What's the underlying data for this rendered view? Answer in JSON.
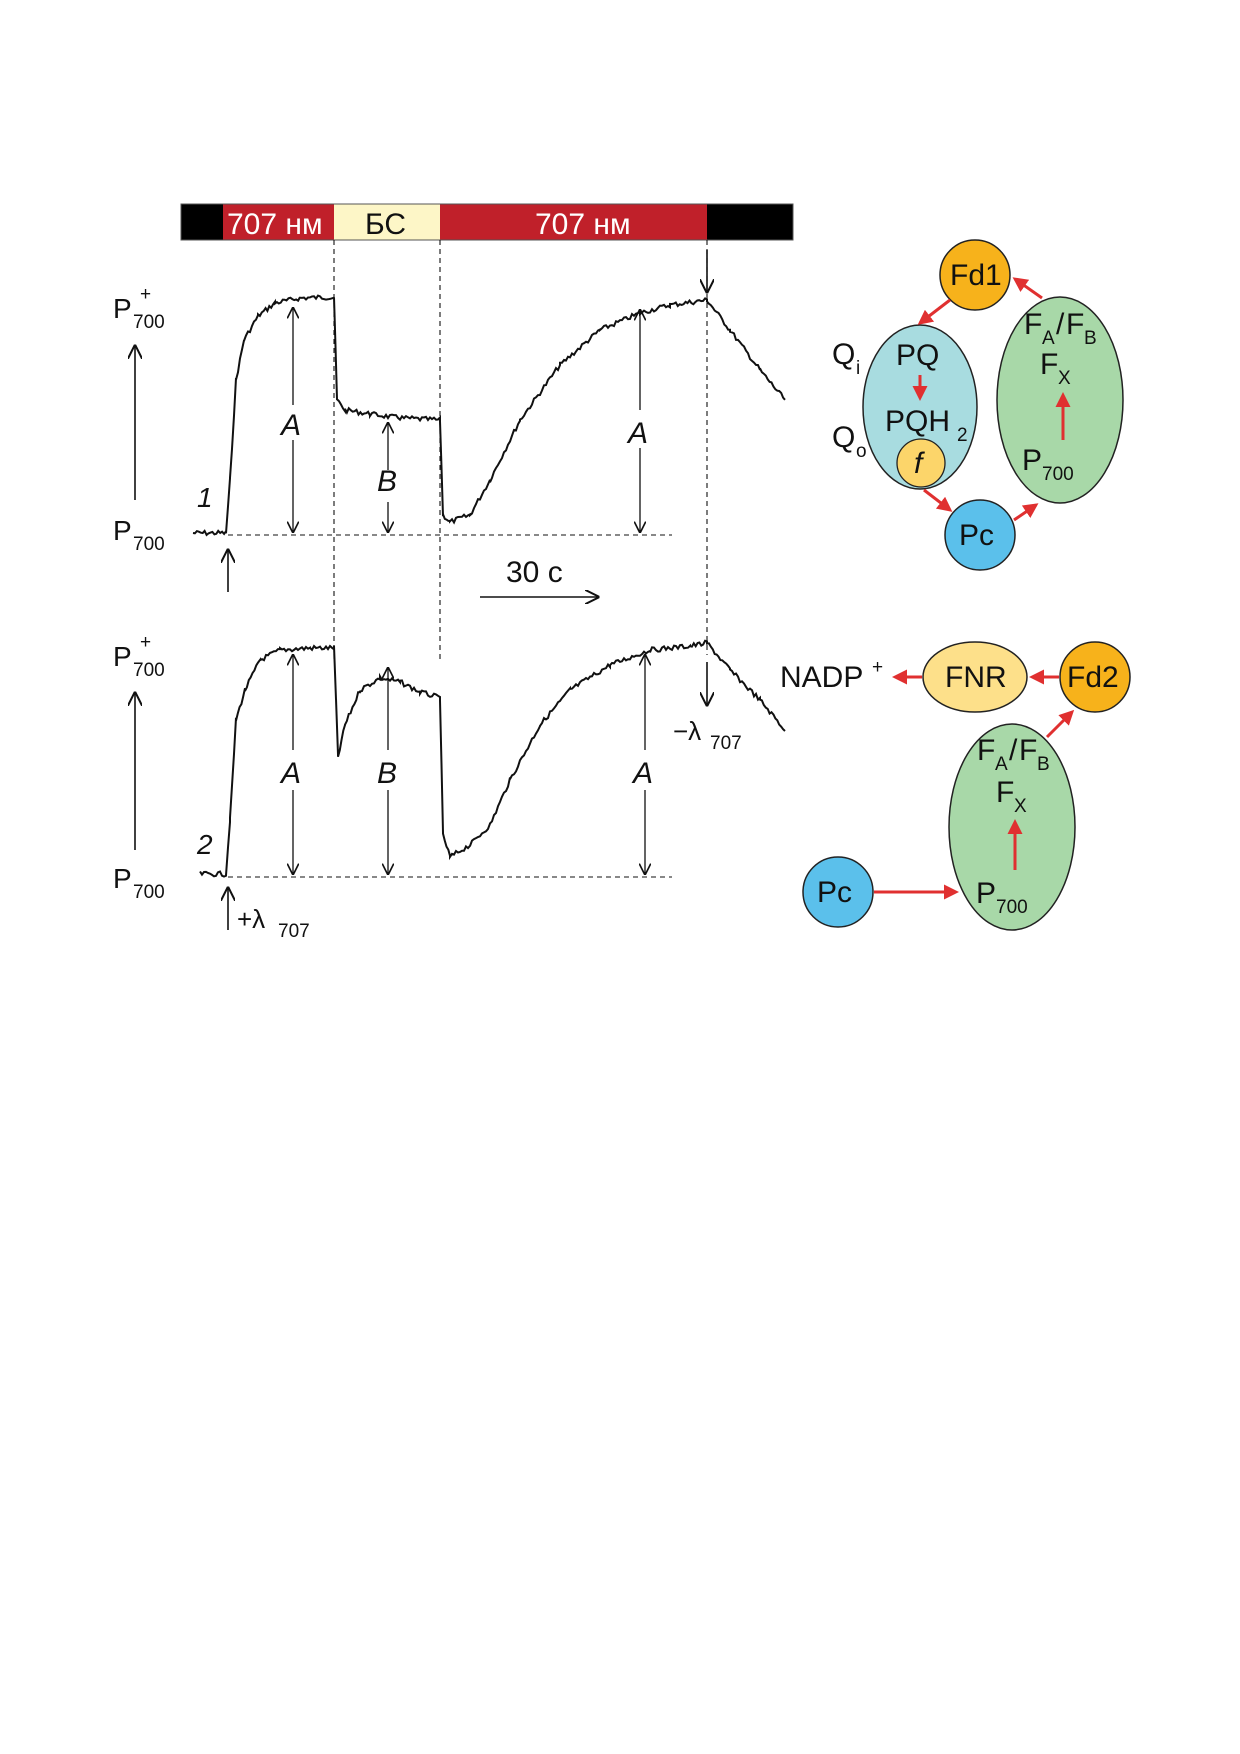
{
  "light_bar": {
    "segments": [
      {
        "label": "",
        "color": "#000000"
      },
      {
        "label": "707 нм",
        "color": "#c0202a"
      },
      {
        "label": "БС",
        "color": "#fdf6c7"
      },
      {
        "label": "707 нм",
        "color": "#c0202a"
      },
      {
        "label": "",
        "color": "#000000"
      }
    ]
  },
  "traces": {
    "trace1": {
      "number": "1"
    },
    "trace2": {
      "number": "2"
    }
  },
  "axis": {
    "p_main": "P",
    "p_sup": "+",
    "p_sub": "700"
  },
  "amplitudes": {
    "a": "A",
    "b": "B"
  },
  "scale": {
    "label": "30 с"
  },
  "markers": {
    "on_sign": "+λ",
    "off_sign": "−λ",
    "lambda_sub": "707"
  },
  "scheme1": {
    "fd1": "Fd1",
    "qi_main": "Q",
    "qi_sub": "i",
    "qo_main": "Q",
    "qo_sub": "o",
    "pq": "PQ",
    "pqh2_main": "PQH",
    "pqh2_sub": "2",
    "f": "f",
    "pc": "Pc",
    "fa": "F",
    "fa_sub": "A",
    "slash": "/",
    "fb": "F",
    "fb_sub": "B",
    "fx": "F",
    "fx_sub": "X",
    "p700": "P",
    "p700_sub": "700"
  },
  "scheme2": {
    "nadp_main": "NADP",
    "nadp_sup": "+",
    "fnr": "FNR",
    "fd2": "Fd2",
    "fa": "F",
    "fa_sub": "A",
    "slash": "/",
    "fb": "F",
    "fb_sub": "B",
    "fx": "F",
    "fx_sub": "X",
    "p700": "P",
    "p700_sub": "700",
    "pc": "Pc"
  },
  "colors": {
    "red_light": "#c0202a",
    "white_light": "#fdf6c7",
    "arrow_red": "#e03030",
    "psi_green": "#a8d8a8",
    "cyt_blue": "#a8dce0",
    "pc_blue": "#5bc0eb",
    "fd_orange": "#f7b21b",
    "fnr_yellow": "#fde08a",
    "f_yellow": "#fcd56a"
  }
}
